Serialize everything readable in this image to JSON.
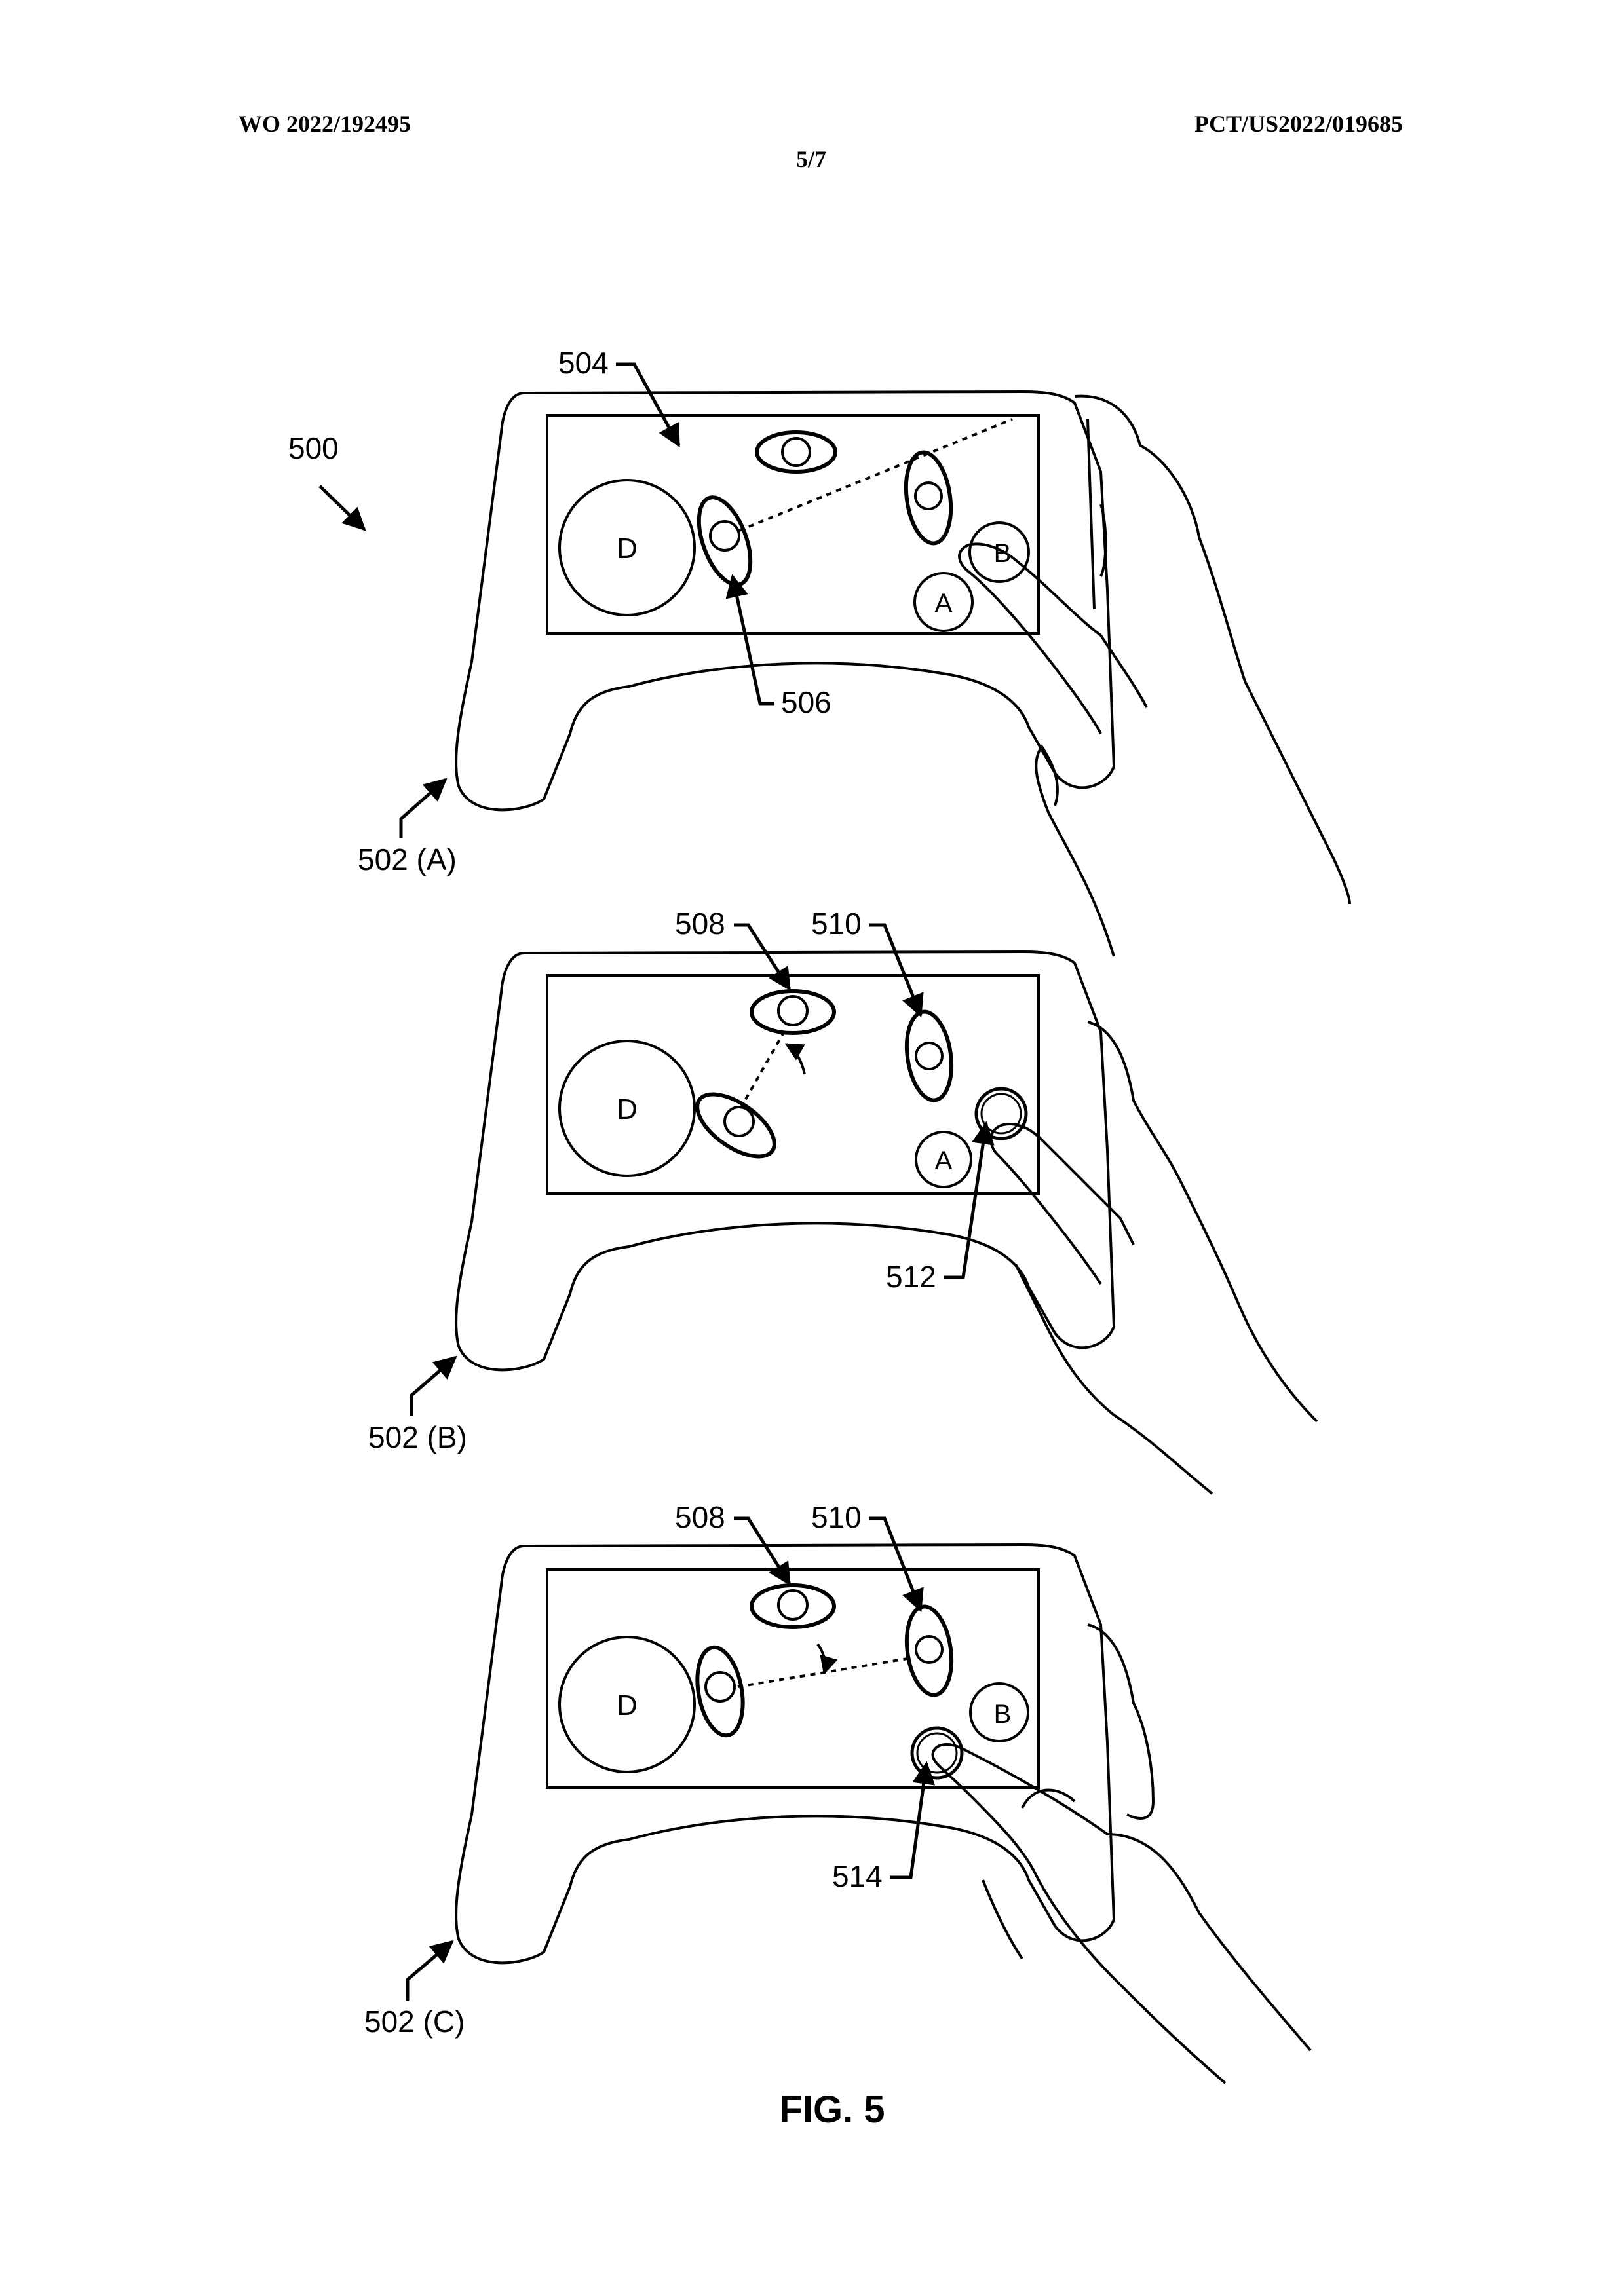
{
  "header": {
    "publication_number": "WO 2022/192495",
    "application_number": "PCT/US2022/019685",
    "sheet": "5/7"
  },
  "figure": {
    "caption": "FIG. 5",
    "ref_500": "500",
    "ref_504": "504",
    "ref_506": "506",
    "ref_502a": "502 (A)",
    "ref_502b": "502 (B)",
    "ref_502c": "502 (C)",
    "ref_508b": "508",
    "ref_510b": "510",
    "ref_512": "512",
    "ref_508c": "508",
    "ref_510c": "510",
    "ref_514": "514",
    "dpad_label": "D",
    "button_a_label": "A",
    "button_b_label": "B"
  }
}
